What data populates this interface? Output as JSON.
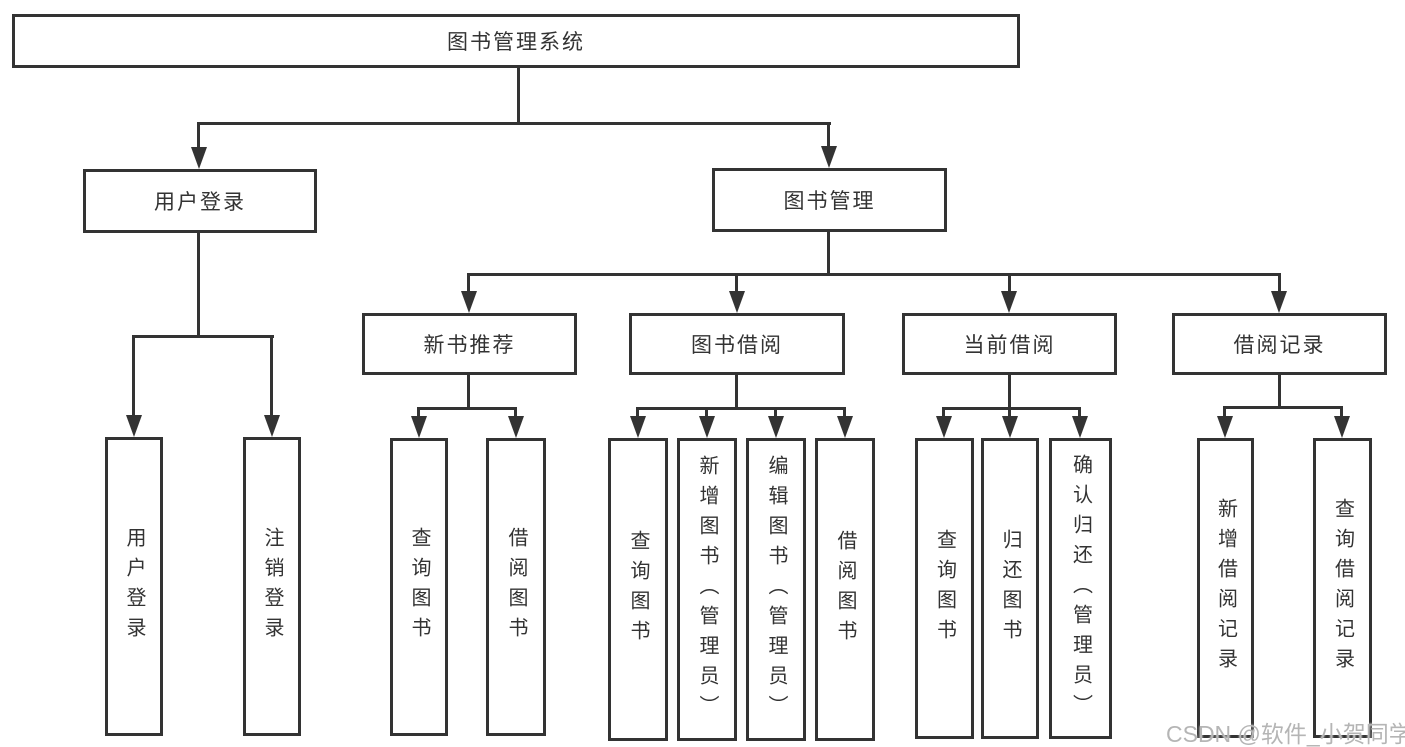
{
  "colors": {
    "line": "#333333",
    "text": "#333333",
    "background": "#ffffff",
    "watermark": "#b5b5b5"
  },
  "watermark": {
    "text": "CSDN @软件_小贺同学"
  },
  "tree": {
    "root": {
      "label": "图书管理系统"
    },
    "user_login": {
      "label": "用户登录",
      "children": [
        {
          "label": "用户登录"
        },
        {
          "label": "注销登录"
        }
      ]
    },
    "book_management": {
      "label": "图书管理",
      "groups": [
        {
          "label": "新书推荐",
          "children": [
            {
              "label": "查询图书"
            },
            {
              "label": "借阅图书"
            }
          ]
        },
        {
          "label": "图书借阅",
          "children": [
            {
              "label": "查询图书"
            },
            {
              "label": "新增图书（管理员）"
            },
            {
              "label": "编辑图书（管理员）"
            },
            {
              "label": "借阅图书"
            }
          ]
        },
        {
          "label": "当前借阅",
          "children": [
            {
              "label": "查询图书"
            },
            {
              "label": "归还图书"
            },
            {
              "label": "确认归还（管理员）"
            }
          ]
        },
        {
          "label": "借阅记录",
          "children": [
            {
              "label": "新增借阅记录"
            },
            {
              "label": "查询借阅记录"
            }
          ]
        }
      ]
    }
  }
}
